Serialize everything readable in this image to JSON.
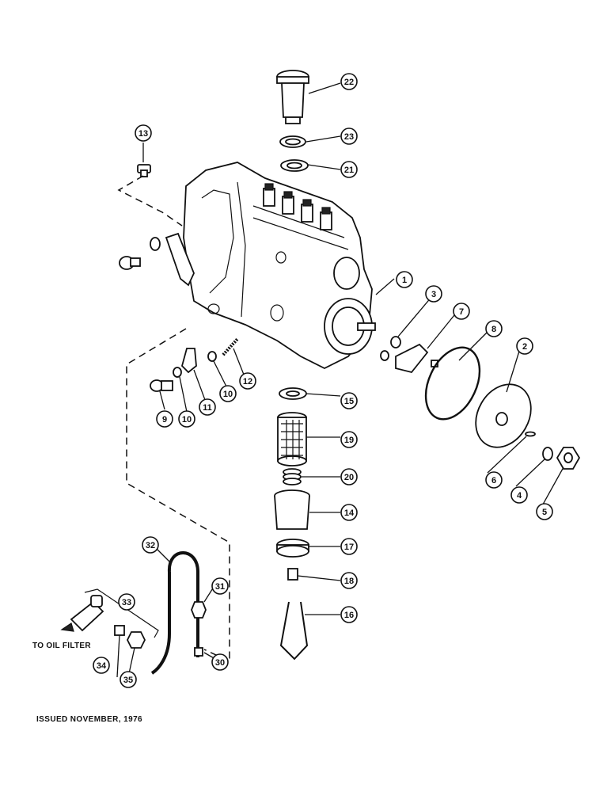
{
  "diagram": {
    "issued_text": "ISSUED NOVEMBER, 1976",
    "oil_filter_label": "TO OIL FILTER",
    "callouts": [
      "1",
      "2",
      "3",
      "4",
      "5",
      "6",
      "7",
      "8",
      "9",
      "10",
      "10",
      "11",
      "12",
      "13",
      "14",
      "15",
      "16",
      "17",
      "18",
      "19",
      "20",
      "21",
      "22",
      "23",
      "30",
      "31",
      "32",
      "33",
      "34",
      "35"
    ]
  }
}
